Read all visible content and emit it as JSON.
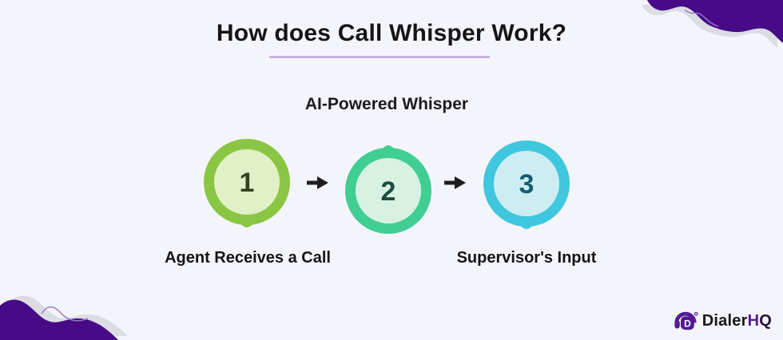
{
  "page": {
    "background_color": "#f4f5fb"
  },
  "header": {
    "title": "How does Call Whisper Work?",
    "underline_color": "#c9aee2"
  },
  "diagram": {
    "arrow_color": "#1e1e1e",
    "steps": [
      {
        "number": "1",
        "label": "Agent Receives a Call",
        "ring_color": "#8ac643",
        "fill_color": "#e1f0c6",
        "number_color": "#33421f",
        "pointer": "down"
      },
      {
        "number": "2",
        "label": "AI-Powered Whisper",
        "ring_color": "#41ce92",
        "fill_color": "#d7f2e3",
        "number_color": "#1c4c40",
        "pointer": "up"
      },
      {
        "number": "3",
        "label": "Supervisor's Input",
        "ring_color": "#3fc7dd",
        "fill_color": "#cdedf3",
        "number_color": "#175d70",
        "pointer": "down"
      }
    ]
  },
  "branding": {
    "name_dialer": "Dialer",
    "name_h": "H",
    "name_q": "Q",
    "logo_purple": "#531c92"
  },
  "decor": {
    "blob_color": "#470b87",
    "shadow_color": "#dcdde3",
    "squiggle_color": "#9a79c8"
  }
}
